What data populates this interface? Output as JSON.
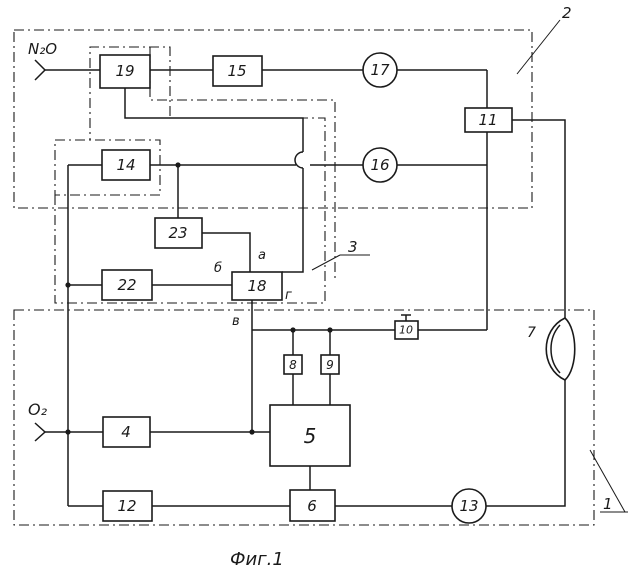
{
  "inputs": {
    "n2o": "N₂O",
    "o2": "O₂"
  },
  "blocks": {
    "b19": "19",
    "b15": "15",
    "b14": "14",
    "b11": "11",
    "b23": "23",
    "b22": "22",
    "b18": "18",
    "b4": "4",
    "b5": "5",
    "b8": "8",
    "b9": "9",
    "b10": "10",
    "b12": "12",
    "b6": "6"
  },
  "circles": {
    "c17": "17",
    "c16": "16",
    "c13": "13"
  },
  "element7": "7",
  "regions": {
    "r1": "1",
    "r2": "2",
    "r3": "3"
  },
  "ports": {
    "a": "а",
    "b": "б",
    "v": "в",
    "g": "г"
  },
  "caption": "Фиг.1"
}
